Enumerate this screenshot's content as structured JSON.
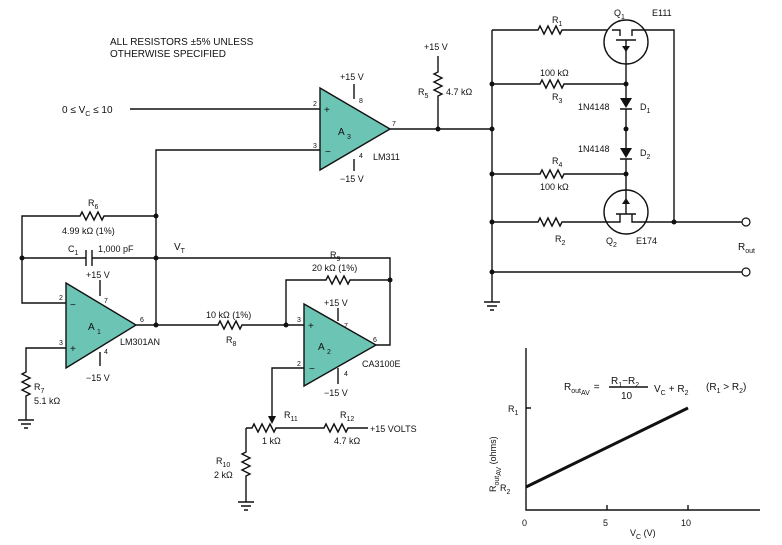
{
  "note": [
    "ALL RESISTORS ±5% UNLESS",
    "OTHERWISE SPECIFIED"
  ],
  "supplies": {
    "pos": "+15 V",
    "neg": "−15 V",
    "pos_volts": "+15 VOLTS"
  },
  "input": {
    "text": "0 ≤ V",
    "sub": "C",
    "rest": " ≤ 10"
  },
  "vt": {
    "main": "V",
    "sub": "T"
  },
  "opamps": {
    "a1": {
      "name": "A",
      "sub": "1",
      "part": "LM301AN",
      "pins": [
        "2",
        "3",
        "7",
        "4",
        "6"
      ]
    },
    "a2": {
      "name": "A",
      "sub": "2",
      "part": "CA3100E",
      "pins": [
        "3",
        "2",
        "7",
        "4",
        "6"
      ]
    },
    "a3": {
      "name": "A",
      "sub": "3",
      "part": "LM311",
      "pins": [
        "2",
        "3",
        "8",
        "4",
        "7"
      ]
    }
  },
  "resistors": {
    "r1": {
      "n": "R",
      "s": "1"
    },
    "r2": {
      "n": "R",
      "s": "2"
    },
    "r3": {
      "n": "R",
      "s": "3",
      "v": "100 kΩ"
    },
    "r4": {
      "n": "R",
      "s": "4",
      "v": "100 kΩ"
    },
    "r5": {
      "n": "R",
      "s": "5",
      "v": "4.7 kΩ"
    },
    "r6": {
      "n": "R",
      "s": "6",
      "v": "4.99 kΩ (1%)"
    },
    "r7": {
      "n": "R",
      "s": "7",
      "v": "5.1 kΩ"
    },
    "r8": {
      "n": "R",
      "s": "8",
      "v": "10 kΩ (1%)"
    },
    "r9": {
      "n": "R",
      "s": "9",
      "v": "20 kΩ (1%)"
    },
    "r10": {
      "n": "R",
      "s": "10",
      "v": "2 kΩ"
    },
    "r11": {
      "n": "R",
      "s": "11",
      "v": "1 kΩ"
    },
    "r12": {
      "n": "R",
      "s": "12",
      "v": "4.7 kΩ"
    }
  },
  "capacitor": {
    "n": "C",
    "s": "1",
    "v": "1,000 pF"
  },
  "diodes": {
    "d1": {
      "n": "D",
      "s": "1",
      "part": "1N4148"
    },
    "d2": {
      "n": "D",
      "s": "2",
      "part": "1N4148"
    }
  },
  "fets": {
    "q1": {
      "n": "Q",
      "s": "1",
      "part": "E111"
    },
    "q2": {
      "n": "Q",
      "s": "2",
      "part": "E174"
    }
  },
  "rout": {
    "n": "R",
    "s": "out"
  },
  "formula": {
    "lhs": "R",
    "lhs_sub": "out",
    "lhs_sub2": "AV",
    "eq": "=",
    "num": "R",
    "num_s1": "1",
    "num_mid": "−R",
    "num_s2": "2",
    "den": "10",
    "mid": "V",
    "mid_s": "C",
    "tail": "+ R",
    "tail_s": "2",
    "cond": "(R",
    "cond_s1": "1",
    "cond_mid": " > R",
    "cond_s2": "2",
    "cond_end": ")"
  },
  "chart_data": {
    "type": "line",
    "x_ticks": [
      "0",
      "5",
      "10"
    ],
    "y_ticks": [
      "R1",
      "R2"
    ],
    "xlabel": "V_C (V)",
    "ylabel": "R_out_AV (ohms)",
    "series": [
      {
        "x": [
          0,
          10
        ],
        "y": [
          "R2",
          "R1"
        ]
      }
    ]
  },
  "graph": {
    "x0": "0",
    "x5": "5",
    "x10": "10",
    "xlab": "V",
    "xlab_s": "C",
    "xlab_u": " (V)",
    "yr1": "R",
    "yr1_s": "1",
    "yr2": "R",
    "yr2_s": "2",
    "ylab": "R",
    "ylab_s": "out",
    "ylab_s2": "AV",
    "ylab_u": " (ohms)"
  }
}
